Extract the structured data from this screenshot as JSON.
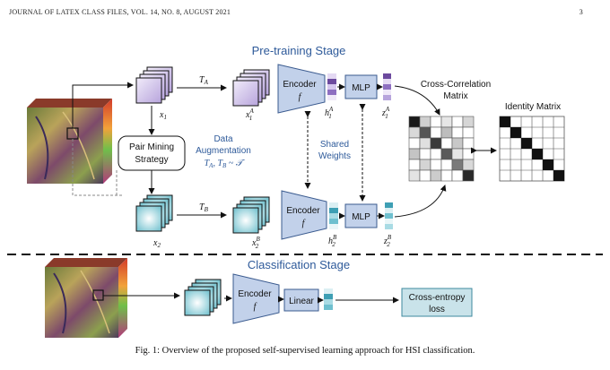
{
  "header": {
    "left": "JOURNAL OF LATEX CLASS FILES, VOL. 14, NO. 8, AUGUST 2021",
    "page_number": "3"
  },
  "figure": {
    "pretraining_title": "Pre-training Stage",
    "classification_title": "Classification Stage",
    "pair_mining_line1": "Pair Mining",
    "pair_mining_line2": "Strategy",
    "data_aug_line1": "Data",
    "data_aug_line2": "Augmentation",
    "data_aug_math": "T_A, T_B ~ 𝒯",
    "ta": "T_A",
    "tb": "T_B",
    "x1": "x_1",
    "x2": "x_2",
    "x1a": "x_1^A",
    "x2b": "x_2^B",
    "encoder_label": "Encoder",
    "encoder_f": "f",
    "mlp_label": "MLP",
    "linear_label": "Linear",
    "h1a": "h_1^A",
    "h2b": "h_2^B",
    "z1a": "z_1^A",
    "z2b": "z_2^B",
    "shared_line1": "Shared",
    "shared_line2": "Weights",
    "cc_line1": "Cross-Correlation",
    "cc_line2": "Matrix",
    "identity_label": "Identity Matrix",
    "ce_line1": "Cross-entropy",
    "ce_line2": "loss"
  },
  "caption": "Fig. 1: Overview of the proposed self-supervised learning approach for HSI classification."
}
